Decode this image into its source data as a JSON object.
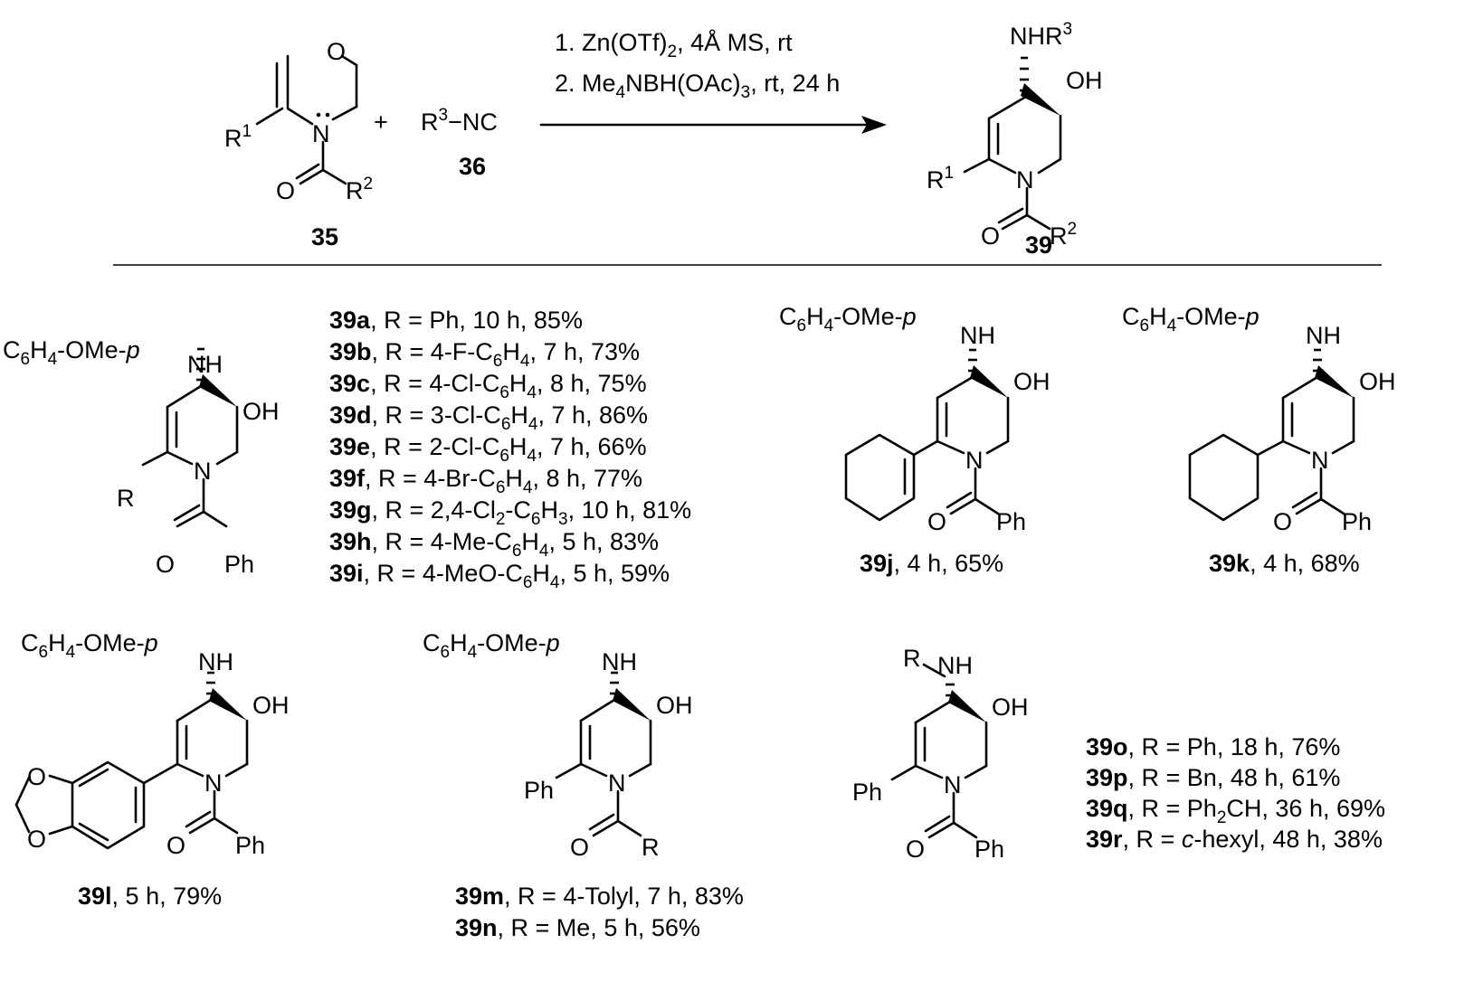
{
  "reaction": {
    "conditions": {
      "step1_prefix": "1. Zn(OTf)",
      "step1_sub": "2",
      "step1_suffix": ", 4Å MS, rt",
      "step2_prefix": "2. Me",
      "step2_sub1": "4",
      "step2_mid": "NBH(OAc)",
      "step2_sub2": "3",
      "step2_suffix": ", rt, 24 h"
    },
    "reactant_35": {
      "label": "35",
      "O": "O",
      "N": "N",
      "R1": "R",
      "R1_sup": "1",
      "R2": "R",
      "R2_sup": "2",
      "carbonyl_O": "O"
    },
    "plus": "+",
    "reactant_36": {
      "label": "36",
      "R": "R",
      "sup": "3",
      "suffix": "−NC"
    },
    "product_39": {
      "label": "39",
      "NHR": "NHR",
      "NHR_sup": "3",
      "OH": "OH",
      "N": "N",
      "R1": "R",
      "R1_sup": "1",
      "R2": "R",
      "R2_sup": "2",
      "O": "O"
    }
  },
  "common": {
    "amine_sub_1": "C",
    "amine_sub_6": "6",
    "amine_sub_H": "H",
    "amine_sub_4": "4",
    "amine_sub_rest": "-OMe-",
    "amine_sub_p": "p",
    "NH": "NH",
    "OH": "OH",
    "N": "N",
    "O": "O",
    "Ph": "Ph",
    "R": "R"
  },
  "list_39a_39i": [
    {
      "id": "39a",
      "pre": ", R = Ph, 10 h, 85%"
    },
    {
      "id": "39b",
      "pre": ", R = 4-F-C",
      "s1": "6",
      "mid": "H",
      "s2": "4",
      "post": ", 7 h, 73%"
    },
    {
      "id": "39c",
      "pre": ", R = 4-Cl-C",
      "s1": "6",
      "mid": "H",
      "s2": "4",
      "post": ", 8 h, 75%"
    },
    {
      "id": "39d",
      "pre": ", R = 3-Cl-C",
      "s1": "6",
      "mid": "H",
      "s2": "4",
      "post": ", 7 h, 86%"
    },
    {
      "id": "39e",
      "pre": ", R = 2-Cl-C",
      "s1": "6",
      "mid": "H",
      "s2": "4",
      "post": ", 7 h, 66%"
    },
    {
      "id": "39f",
      "pre": ", R = 4-Br-C",
      "s1": "6",
      "mid": "H",
      "s2": "4",
      "post": ", 8 h, 77%"
    },
    {
      "id": "39g",
      "pre": ", R = 2,4-Cl",
      "s0": "2",
      "pre2": "-C",
      "s1": "6",
      "mid": "H",
      "s2": "3",
      "post": ", 10 h, 81%"
    },
    {
      "id": "39h",
      "pre": ", R = 4-Me-C",
      "s1": "6",
      "mid": "H",
      "s2": "4",
      "post": ", 5 h, 83%"
    },
    {
      "id": "39i",
      "pre": ", R = 4-MeO-C",
      "s1": "6",
      "mid": "H",
      "s2": "4",
      "post": ", 5 h, 59%"
    }
  ],
  "compound_39j": {
    "id": "39j",
    "text": ", 4 h, 65%"
  },
  "compound_39k": {
    "id": "39k",
    "text": ", 4 h, 68%"
  },
  "compound_39l": {
    "id": "39l",
    "text": ", 5 h, 79%",
    "O1": "O",
    "O2": "O"
  },
  "compound_39mn": [
    {
      "id": "39m",
      "text": ", R = 4-Tolyl, 7 h, 83%"
    },
    {
      "id": "39n",
      "text": ", R = Me, 5 h, 56%"
    }
  ],
  "list_39o_39r": [
    {
      "id": "39o",
      "text": ", R = Ph, 18 h, 76%"
    },
    {
      "id": "39p",
      "text": ", R = Bn, 48 h, 61%"
    },
    {
      "id": "39q",
      "pre": ", R = Ph",
      "sub": "2",
      "post": "CH, 36 h, 69%"
    },
    {
      "id": "39r",
      "pre": ", R = ",
      "ital": "c",
      "post": "-hexyl, 48 h, 38%"
    }
  ]
}
